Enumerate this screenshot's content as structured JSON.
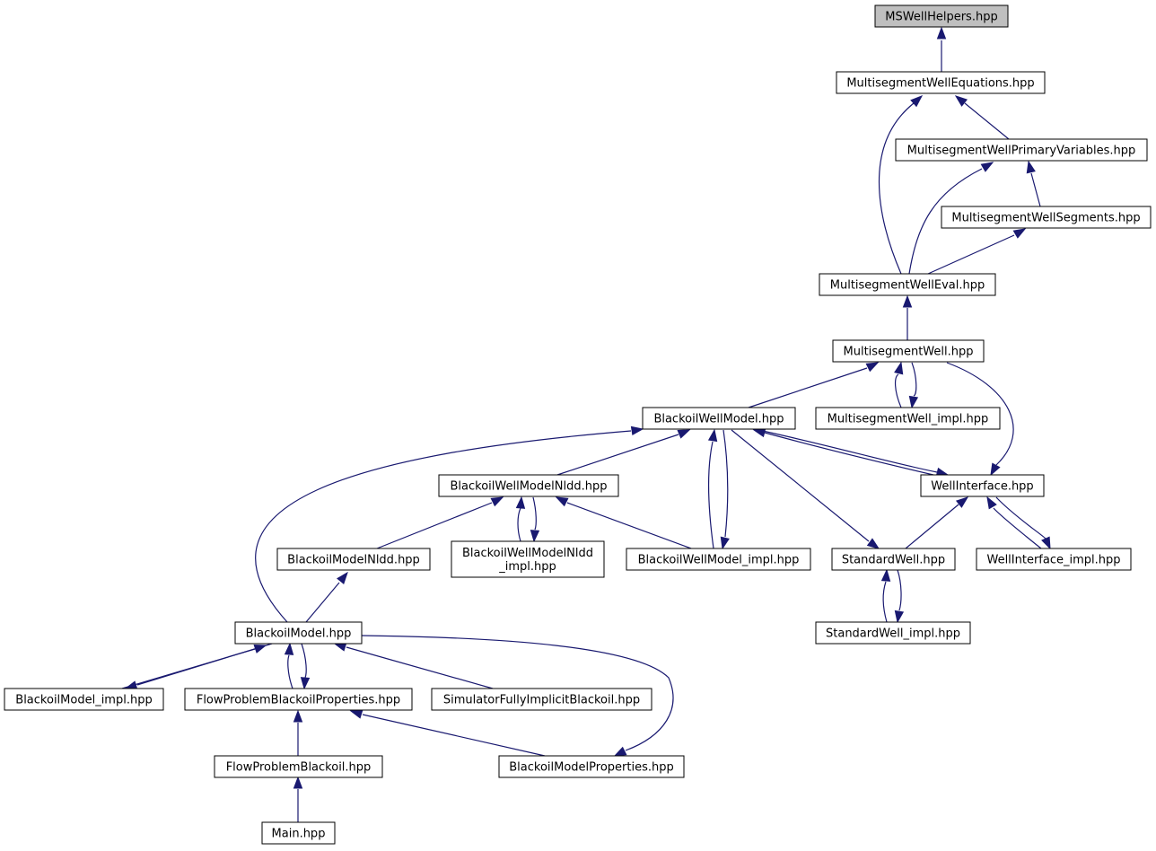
{
  "graph": {
    "nodes": [
      {
        "id": "mswellhelpers",
        "lines": [
          "MSWellHelpers.hpp"
        ],
        "highlighted": true
      },
      {
        "id": "mswequations",
        "lines": [
          "MultisegmentWellEquations.hpp"
        ]
      },
      {
        "id": "mswprimary",
        "lines": [
          "MultisegmentWellPrimaryVariables.hpp"
        ]
      },
      {
        "id": "mswsegments",
        "lines": [
          "MultisegmentWellSegments.hpp"
        ]
      },
      {
        "id": "mswevalnode",
        "lines": [
          "MultisegmentWellEval.hpp"
        ]
      },
      {
        "id": "msw",
        "lines": [
          "MultisegmentWell.hpp"
        ]
      },
      {
        "id": "bwm",
        "lines": [
          "BlackoilWellModel.hpp"
        ]
      },
      {
        "id": "mswimpl",
        "lines": [
          "MultisegmentWell_impl.hpp"
        ]
      },
      {
        "id": "bwmnldd",
        "lines": [
          "BlackoilWellModelNldd.hpp"
        ]
      },
      {
        "id": "wellinterface",
        "lines": [
          "WellInterface.hpp"
        ]
      },
      {
        "id": "bmnldd",
        "lines": [
          "BlackoilModelNldd.hpp"
        ]
      },
      {
        "id": "bwmnlddimpl",
        "lines": [
          "BlackoilWellModelNldd",
          "_impl.hpp"
        ]
      },
      {
        "id": "bwmimpl",
        "lines": [
          "BlackoilWellModel_impl.hpp"
        ]
      },
      {
        "id": "stdwell",
        "lines": [
          "StandardWell.hpp"
        ]
      },
      {
        "id": "wiimpl",
        "lines": [
          "WellInterface_impl.hpp"
        ]
      },
      {
        "id": "stdwellimpl",
        "lines": [
          "StandardWell_impl.hpp"
        ]
      },
      {
        "id": "bm",
        "lines": [
          "BlackoilModel.hpp"
        ]
      },
      {
        "id": "bmimpl",
        "lines": [
          "BlackoilModel_impl.hpp"
        ]
      },
      {
        "id": "fpbp",
        "lines": [
          "FlowProblemBlackoilProperties.hpp"
        ]
      },
      {
        "id": "sfib",
        "lines": [
          "SimulatorFullyImplicitBlackoil.hpp"
        ]
      },
      {
        "id": "fpb",
        "lines": [
          "FlowProblemBlackoil.hpp"
        ]
      },
      {
        "id": "bmp",
        "lines": [
          "BlackoilModelProperties.hpp"
        ]
      },
      {
        "id": "main",
        "lines": [
          "Main.hpp"
        ]
      }
    ]
  },
  "colors": {
    "edge": "#191970",
    "node_border": "#000000",
    "node_fill": "#ffffff",
    "highlighted_fill": "#bfbfbf"
  }
}
